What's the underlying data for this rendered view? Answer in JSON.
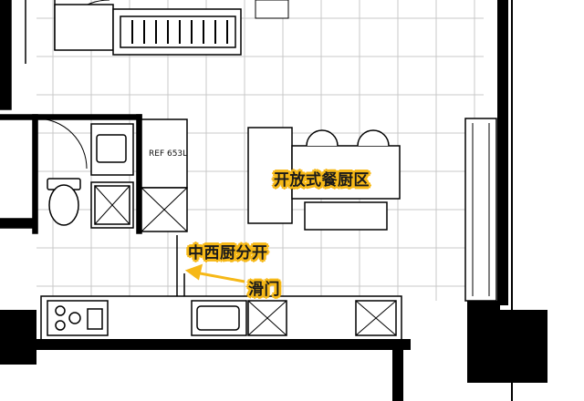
{
  "labels": {
    "open_kitchen": "开放式餐厨区",
    "separation": "中西厨分开",
    "sliding_door": "滑门"
  },
  "fridge": {
    "model": "REF 653L"
  },
  "colors": {
    "annotation_fill": "#f6b817",
    "annotation_text": "#1a1a1a",
    "wall": "#000000",
    "arrow": "#f6b817"
  }
}
